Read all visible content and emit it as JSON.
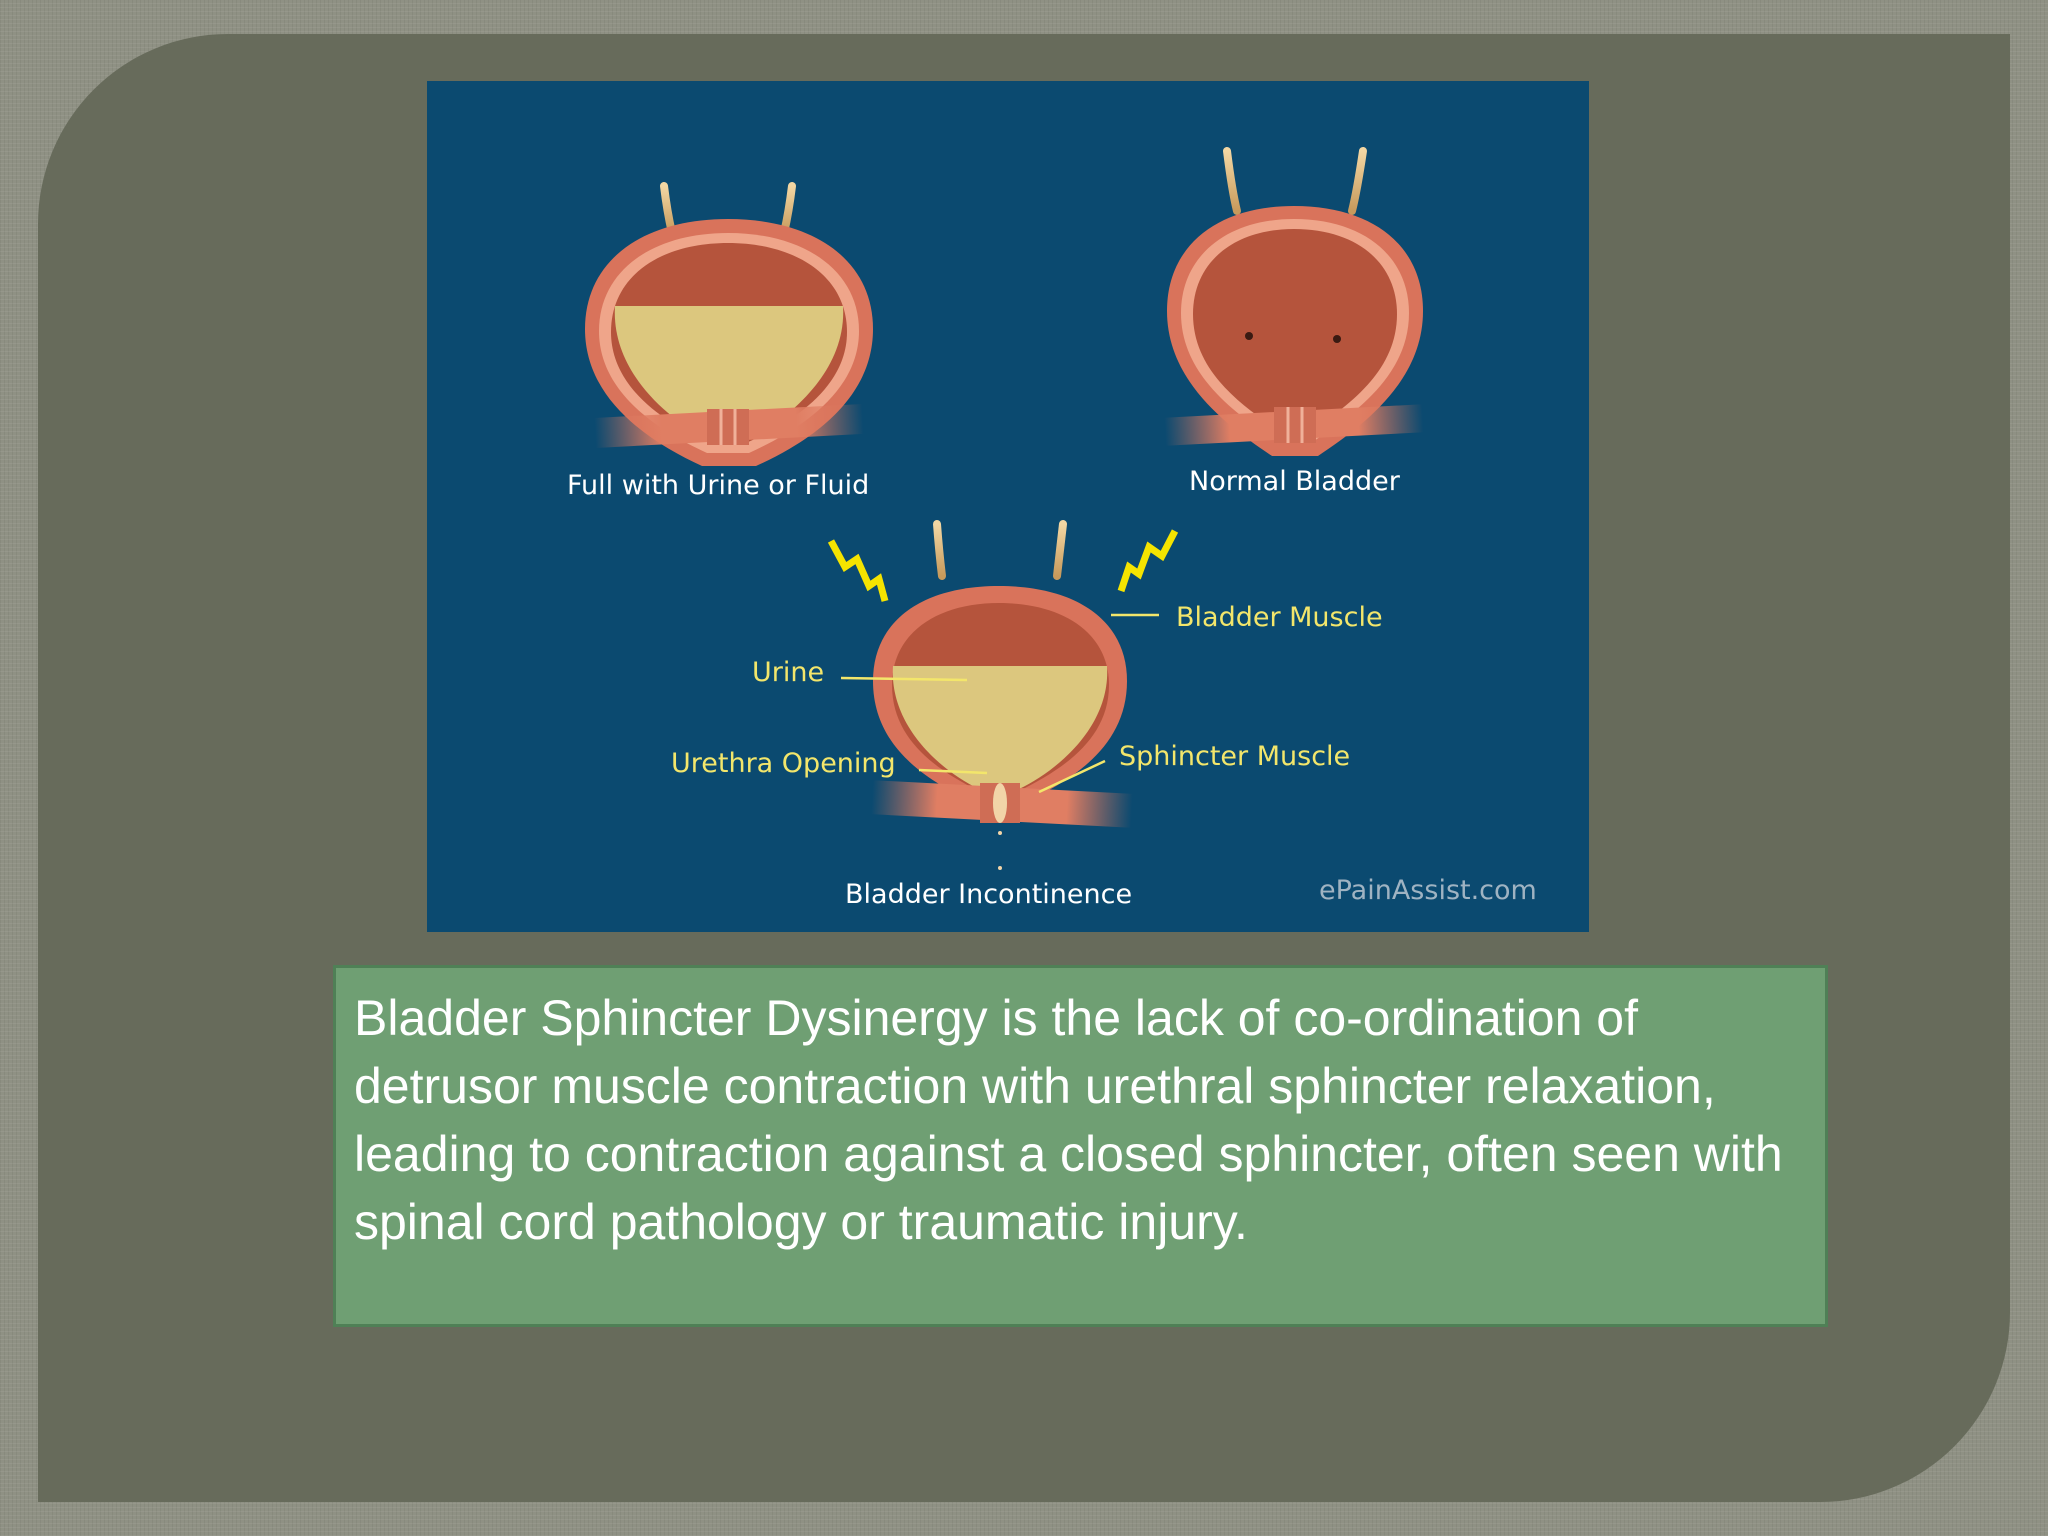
{
  "figure": {
    "labels": {
      "full_bladder": "Full with Urine or Fluid",
      "normal_bladder": "Normal Bladder",
      "bladder_muscle": "Bladder Muscle",
      "urine": "Urine",
      "urethra_opening": "Urethra Opening",
      "sphincter_muscle": "Sphincter Muscle",
      "bladder_incontinence": "Bladder Incontinence",
      "watermark": "ePainAssist.com"
    },
    "colors": {
      "background": "#0b4a70",
      "bladder_wall": "#d9735b",
      "urine": "#dcc77e",
      "label_white": "#ffffff",
      "label_yellow": "#f3e66b",
      "lightning": "#f5e400"
    }
  },
  "caption": {
    "text": "Bladder Sphincter Dysinergy is the lack of co-ordination of detrusor muscle contraction with urethral sphincter relaxation, leading to contraction against a closed sphincter, often seen with spinal cord pathology or traumatic injury."
  }
}
